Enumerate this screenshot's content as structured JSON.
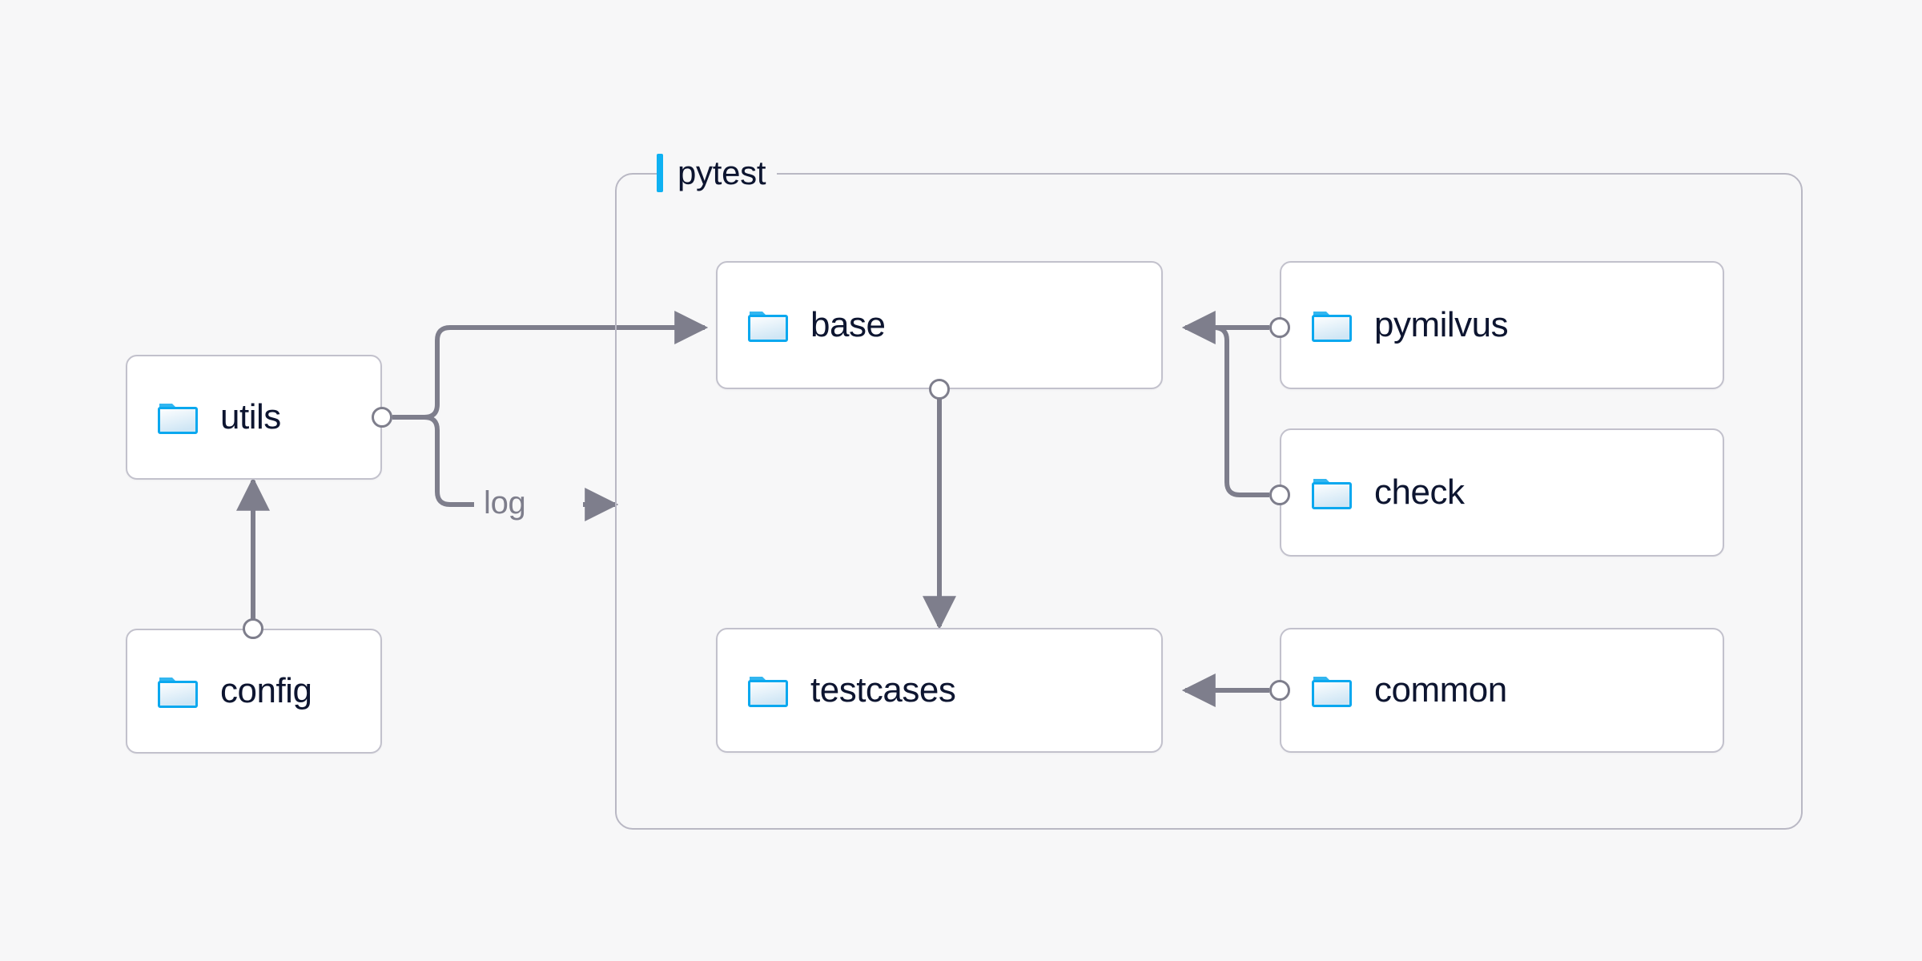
{
  "diagram": {
    "background_color": "#f7f7f8",
    "accent_color": "#0fb1f2",
    "text_color": "#0d1530",
    "edge_color": "#7e7e8c",
    "border_color": "#c2c1cc",
    "group_border_color": "#b9b8c4"
  },
  "group": {
    "title": "pytest",
    "accent_color": "#0fb1f2"
  },
  "nodes": [
    {
      "id": "utils",
      "label": "utils",
      "icon": "folder-icon"
    },
    {
      "id": "config",
      "label": "config",
      "icon": "folder-icon"
    },
    {
      "id": "base",
      "label": "base",
      "icon": "folder-icon"
    },
    {
      "id": "testcases",
      "label": "testcases",
      "icon": "folder-icon"
    },
    {
      "id": "pymilvus",
      "label": "pymilvus",
      "icon": "folder-icon"
    },
    {
      "id": "check",
      "label": "check",
      "icon": "folder-icon"
    },
    {
      "id": "common",
      "label": "common",
      "icon": "folder-icon"
    }
  ],
  "edges": [
    {
      "id": "config-to-utils",
      "from": "config",
      "to": "utils",
      "label": ""
    },
    {
      "id": "utils-to-base",
      "from": "utils",
      "to": "base",
      "label": ""
    },
    {
      "id": "utils-log",
      "from": "utils",
      "to": "pytest",
      "label": "log"
    },
    {
      "id": "base-to-testcases",
      "from": "base",
      "to": "testcases",
      "label": ""
    },
    {
      "id": "pymilvus-to-base",
      "from": "pymilvus",
      "to": "base",
      "label": ""
    },
    {
      "id": "check-to-base",
      "from": "check",
      "to": "base",
      "label": ""
    },
    {
      "id": "common-to-testcases",
      "from": "common",
      "to": "testcases",
      "label": ""
    }
  ]
}
